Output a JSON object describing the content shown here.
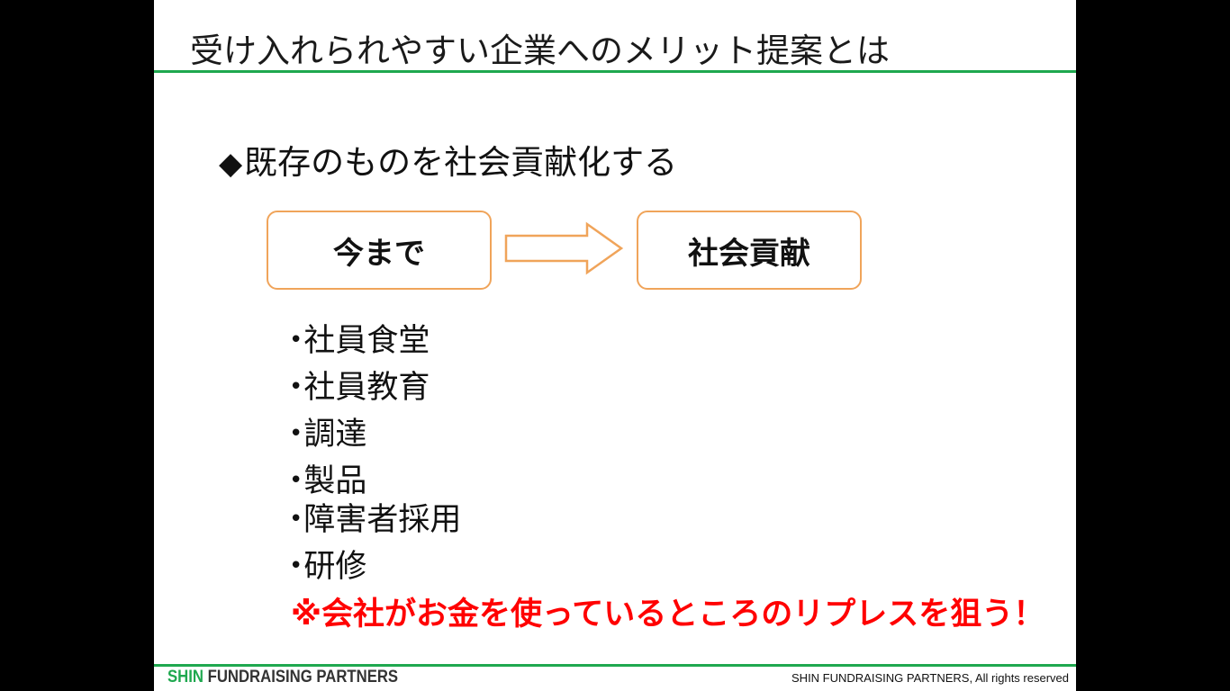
{
  "slide": {
    "title": "受け入れられやすい企業へのメリット提案とは",
    "subheading_marker": "◆",
    "subheading": "既存のものを社会貢献化する",
    "flow": {
      "before_label": "今まで",
      "after_label": "社会貢献"
    },
    "bullet_marker": "•",
    "bullets": [
      "社員食堂",
      "社員教育",
      "調達",
      "製品",
      "障害者採用",
      "研修"
    ],
    "callout": "※会社がお金を使っているところのリプレスを狙う！",
    "footer": {
      "brand_accent": "SHIN",
      "brand_rest": " FUNDRAISING PARTNERS",
      "copyright": "SHIN FUNDRAISING PARTNERS, All rights reserved"
    }
  },
  "colors": {
    "accent_green": "#1fa84f",
    "box_border_orange": "#f0a45a",
    "callout_red": "#ff0000"
  },
  "icons": {
    "flow_arrow": "right-arrow-icon"
  }
}
